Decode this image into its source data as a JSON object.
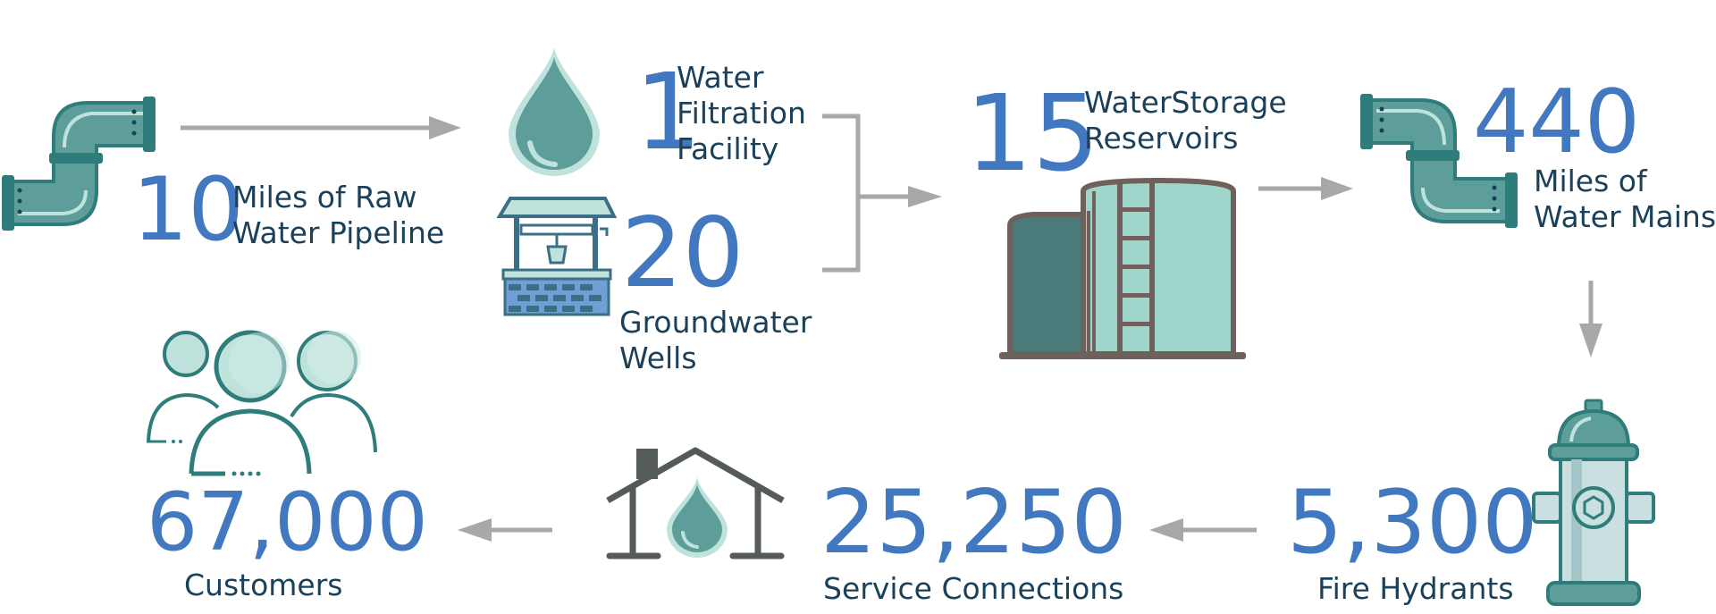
{
  "palette": {
    "number_blue": "#4178c0",
    "label_navy": "#1b4059",
    "teal_dark": "#2f7d7a",
    "teal_mid": "#5d9e9a",
    "teal_light": "#bfe2dc",
    "tank_brown": "#6e605b",
    "arrow_gray": "#a8a8a8"
  },
  "stats": {
    "pipeline": {
      "number": "10",
      "label_line1": "Miles of Raw",
      "label_line2": "Water Pipeline",
      "icon": "pipe-icon"
    },
    "filtration": {
      "number": "1",
      "label_line1": "Water",
      "label_line2": "Filtration",
      "label_line3": "Facility",
      "icon": "water-drop-icon"
    },
    "wells": {
      "number": "20",
      "label_line1": "Groundwater",
      "label_line2": "Wells",
      "icon": "well-icon"
    },
    "reservoirs": {
      "number": "15",
      "label_line1": "WaterStorage",
      "label_line2": "Reservoirs",
      "icon": "storage-tank-icon"
    },
    "mains": {
      "number": "440",
      "label_line1": "Miles of",
      "label_line2": "Water Mains",
      "icon": "pipe-icon"
    },
    "hydrants": {
      "number": "5,300",
      "label": "Fire Hydrants",
      "icon": "fire-hydrant-icon"
    },
    "connections": {
      "number": "25,250",
      "label": "Service Connections",
      "icon": "house-water-icon"
    },
    "customers": {
      "number": "67,000",
      "label": "Customers",
      "icon": "people-icon"
    }
  }
}
